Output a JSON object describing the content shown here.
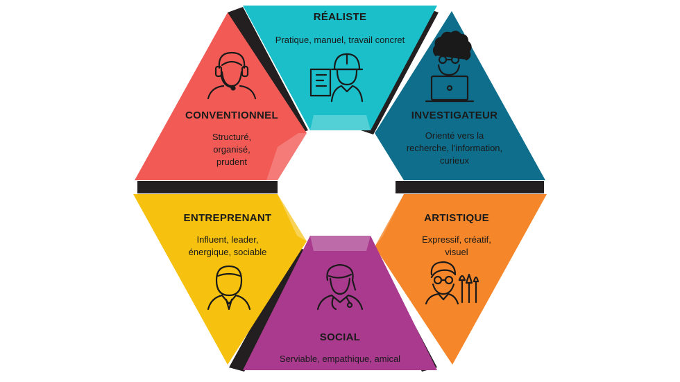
{
  "colors": {
    "realiste": "#1ABFC9",
    "investigateur": "#0E6E8C",
    "artistique": "#F6862A",
    "social": "#A93A8E",
    "entreprenant": "#F6C10F",
    "conventionnel": "#F25A55",
    "divider": "#231F20"
  },
  "types": {
    "realiste": {
      "title": "RÉALISTE",
      "desc": [
        "Pratique, manuel, travail concret"
      ],
      "icon": "construction-worker-icon"
    },
    "investigateur": {
      "title": "INVESTIGATEUR",
      "desc": [
        "Orienté vers la",
        "recherche, l'information,",
        "curieux"
      ],
      "icon": "researcher-laptop-icon"
    },
    "artistique": {
      "title": "ARTISTIQUE",
      "desc": [
        "Expressif, créatif,",
        "visuel"
      ],
      "icon": "artist-brushes-icon"
    },
    "social": {
      "title": "SOCIAL",
      "desc": [
        "Serviable, empathique, amical"
      ],
      "icon": "doctor-stethoscope-icon"
    },
    "entreprenant": {
      "title": "ENTREPRENANT",
      "desc": [
        "Influent, leader,",
        "énergique, sociable"
      ],
      "icon": "businessman-tie-icon"
    },
    "conventionnel": {
      "title": "CONVENTIONNEL",
      "desc": [
        "Structuré,",
        "organisé,",
        "prudent"
      ],
      "icon": "headset-operator-icon"
    }
  }
}
